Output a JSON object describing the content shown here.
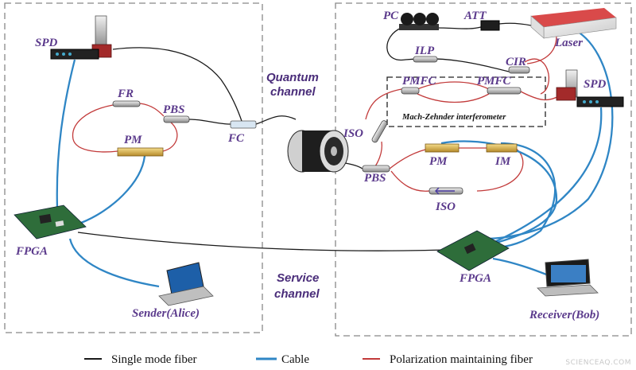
{
  "labels": {
    "spd_left": "SPD",
    "fr": "FR",
    "pbs_left": "PBS",
    "pm_left": "PM",
    "fc": "FC",
    "fpga_left": "FPGA",
    "sender": "Sender(Alice)",
    "quantum_channel_1": "Quantum",
    "quantum_channel_2": "channel",
    "service_channel_1": "Service",
    "service_channel_2": "channel",
    "pc": "PC",
    "att": "ATT",
    "laser": "Laser",
    "ilp": "ILP",
    "cir": "CIR",
    "pmfc_1": "PMFC",
    "pmfc_2": "PMFC",
    "spd_right": "SPD",
    "mzi": "Mach-Zehnder interferometer",
    "iso_1": "ISO",
    "pbs_right": "PBS",
    "pm_right": "PM",
    "im": "IM",
    "iso_2": "ISO",
    "fpga_right": "FPGA",
    "receiver": "Receiver(Bob)"
  },
  "legend": {
    "single_mode": "Single mode fiber",
    "cable": "Cable",
    "pm_fiber": "Polarization maintaining fiber"
  },
  "colors": {
    "single_mode": "#1a1a1a",
    "cable": "#2f86c5",
    "pm_fiber": "#c23a3a",
    "label": "#5b3a8c"
  },
  "watermark": "SCIENCEAQ.COM"
}
